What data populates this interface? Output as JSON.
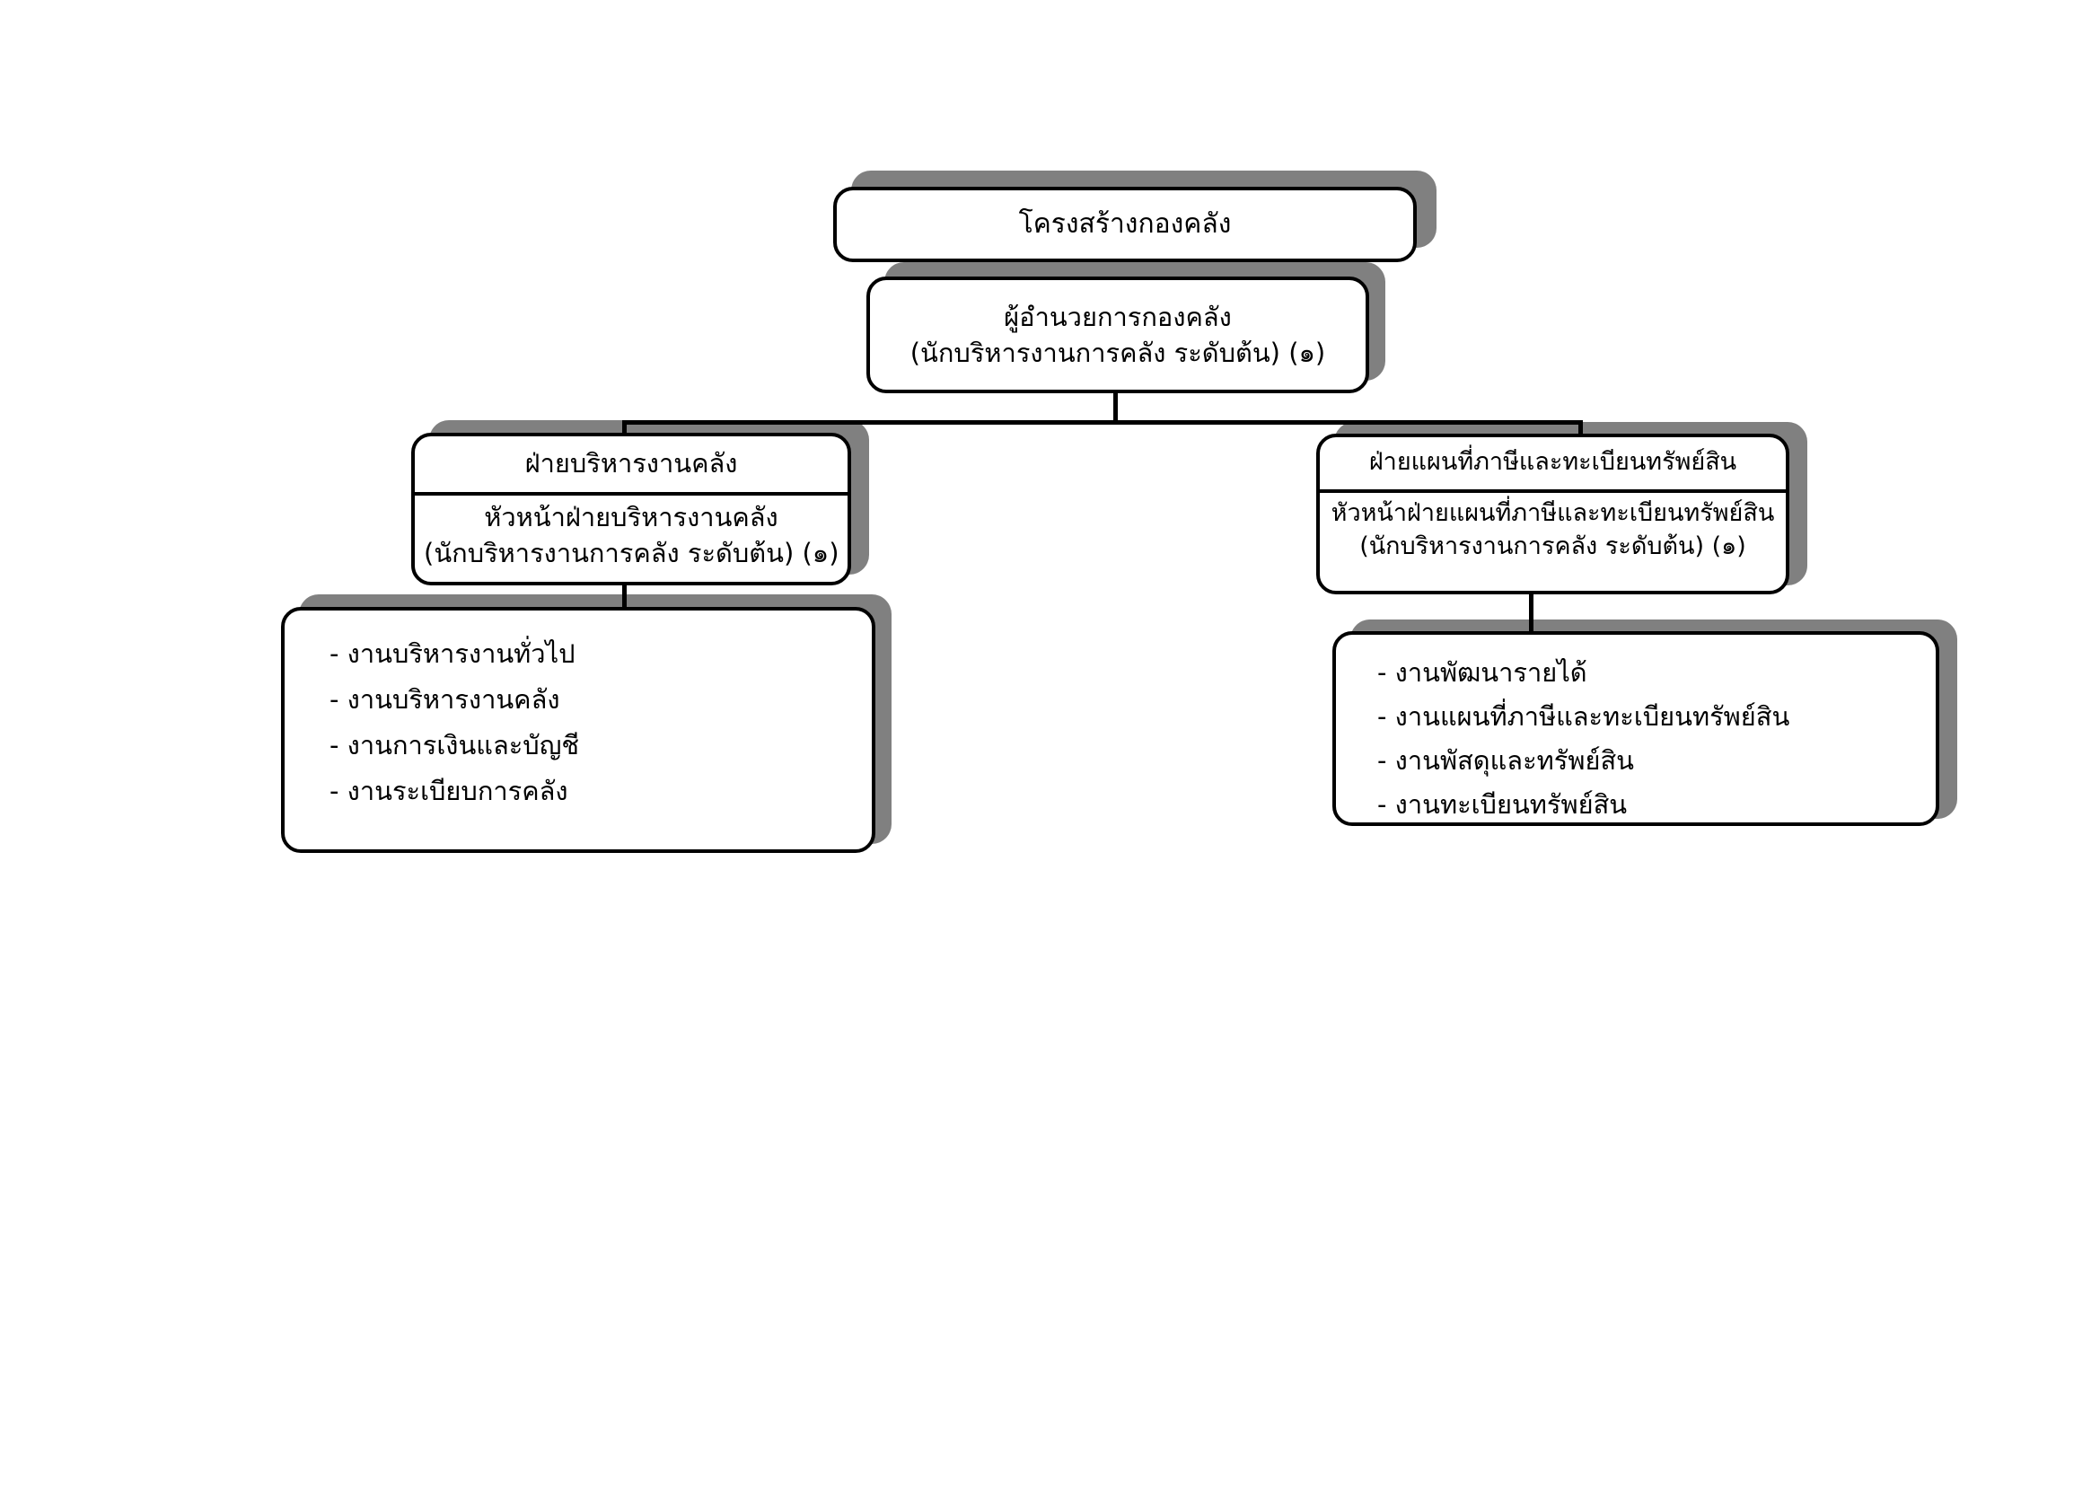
{
  "document": {
    "title": "โครงสร้างกองคลัง",
    "page_background": "#ffffff",
    "line_color": "#000000",
    "shadow_color": "#808080"
  },
  "chart_title_node": {
    "label": "โครงสร้างกองคลัง"
  },
  "director_node": {
    "line1": "ผู้อำนวยการกองคลัง",
    "line2": "(นักบริหารงานการคลัง ระดับต้น) (๑)"
  },
  "divisions": [
    {
      "key": "finance-administration",
      "header": "ฝ่ายบริหารงานคลัง",
      "position_line1": "หัวหน้าฝ่ายบริหารงานคลัง",
      "position_line2": "(นักบริหารงานการคลัง ระดับต้น) (๑)",
      "tasks": [
        "- งานบริหารงานทั่วไป",
        "- งานบริหารงานคลัง",
        "- งานการเงินและบัญชี",
        "- งานระเบียบการคลัง"
      ]
    },
    {
      "key": "tax-map-and-property-registry",
      "header": "ฝ่ายแผนที่ภาษีและทะเบียนทรัพย์สิน",
      "position_line1": "หัวหน้าฝ่ายแผนที่ภาษีและทะเบียนทรัพย์สิน",
      "position_line2": "(นักบริหารงานการคลัง ระดับต้น) (๑)",
      "tasks": [
        "- งานพัฒนารายได้",
        "- งานแผนที่ภาษีและทะเบียนทรัพย์สิน",
        "- งานพัสดุและทรัพย์สิน",
        "- งานทะเบียนทรัพย์สิน"
      ]
    }
  ]
}
